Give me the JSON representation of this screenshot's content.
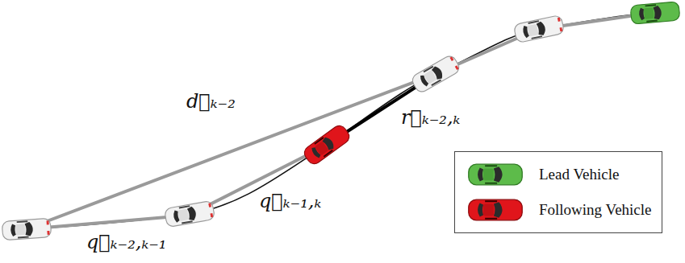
{
  "diagram": {
    "labels": [
      "d⃗ₖ₋₂",
      "r⃗ₖ₋₂,ₖ",
      "q⃗ₖ₋₁,ₖ",
      "q⃗ₖ₋₂,ₖ₋₁"
    ],
    "legend": [
      {
        "text": "Lead Vehicle"
      },
      {
        "text": "Following Vehicle"
      }
    ]
  }
}
